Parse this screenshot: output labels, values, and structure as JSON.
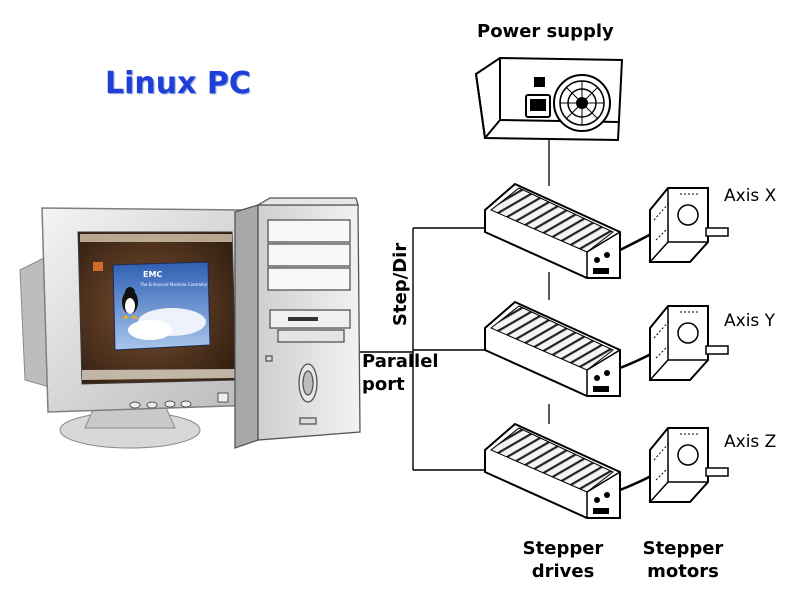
{
  "title": "Linux PC",
  "labels": {
    "power_supply": "Power supply",
    "step_dir": "Step/Dir",
    "parallel_port_line1": "Parallel",
    "parallel_port_line2": "port",
    "axis_x": "Axis X",
    "axis_y": "Axis Y",
    "axis_z": "Axis Z",
    "stepper_drives_line1": "Stepper",
    "stepper_drives_line2": "drives",
    "stepper_motors_line1": "Stepper",
    "stepper_motors_line2": "motors"
  },
  "screen": {
    "app_title": "EMC",
    "app_subtitle": "The Enhanced Machine Controller"
  },
  "colors": {
    "title": "#1f3fd9",
    "wire": "#000000",
    "desktop_bg": "#5a3a22"
  }
}
